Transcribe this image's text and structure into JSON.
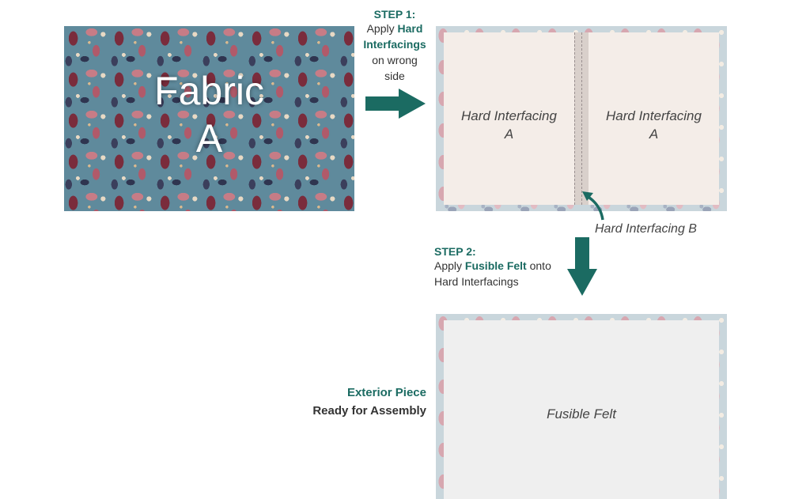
{
  "fabric": {
    "line1": "Fabric",
    "line2": "A"
  },
  "step1": {
    "title": "STEP 1:",
    "apply": "Apply",
    "bold": "Hard",
    "bold2": "Interfacings",
    "rest1": "on wrong",
    "rest2": "side"
  },
  "panels": {
    "left_line1": "Hard Interfacing",
    "left_line2": "A",
    "right_line1": "Hard Interfacing",
    "right_line2": "A",
    "gap_label": "Hard Interfacing B"
  },
  "step2": {
    "title": "STEP 2:",
    "apply": "Apply",
    "bold": "Fusible Felt",
    "rest1": "onto",
    "rest2": "Hard Interfacings"
  },
  "result": {
    "title": "Exterior Piece",
    "subtitle": "Ready for Assembly",
    "felt_label": "Fusible Felt"
  },
  "colors": {
    "accent": "#1b6b62",
    "interfacing": "#f4ede8",
    "felt": "#efefef"
  }
}
